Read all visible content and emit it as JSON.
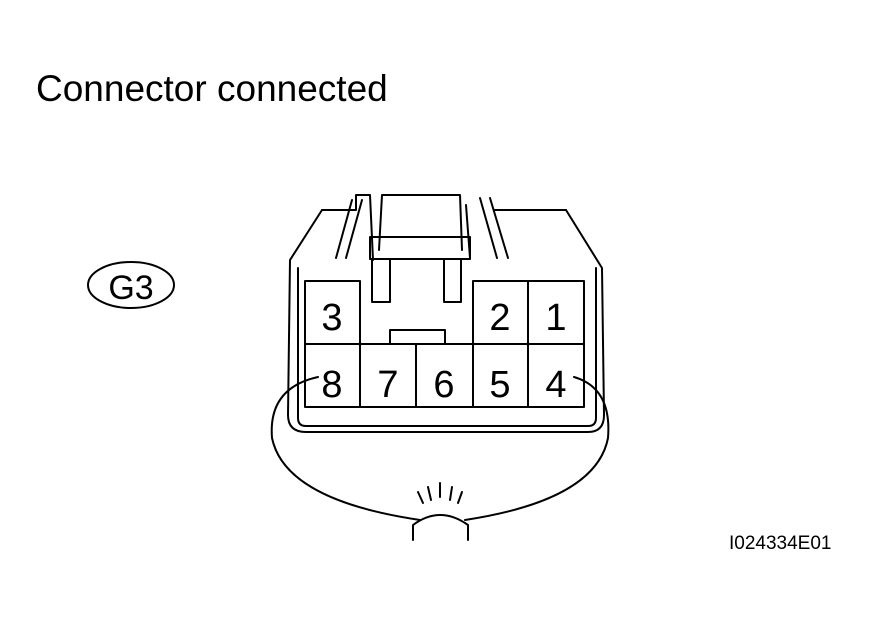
{
  "title": "Connector connected",
  "connector_id": "G3",
  "figure_code": "I024334E01",
  "pins_top": [
    "3",
    "2",
    "1"
  ],
  "pins_bottom": [
    "8",
    "7",
    "6",
    "5",
    "4"
  ]
}
